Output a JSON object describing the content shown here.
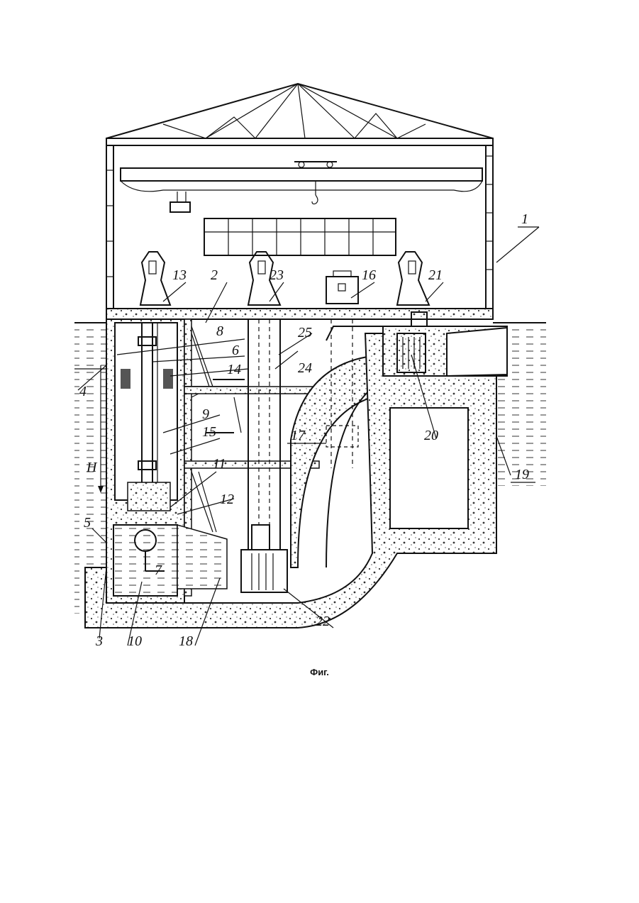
{
  "caption": "Фиг.",
  "labels": {
    "l1": "1",
    "l2": "2",
    "l3": "3",
    "l4": "4",
    "l5": "5",
    "l6": "6",
    "l7": "7",
    "l8": "8",
    "l9": "9",
    "l10": "10",
    "l11": "11",
    "l12": "12",
    "l13": "13",
    "l14": "14",
    "l15": "15",
    "l16": "16",
    "l17": "17",
    "l18": "18",
    "l19": "19",
    "l20": "20",
    "l21": "21",
    "l22": "22",
    "l23": "23",
    "l24": "24",
    "l25": "25",
    "lH": "H"
  }
}
